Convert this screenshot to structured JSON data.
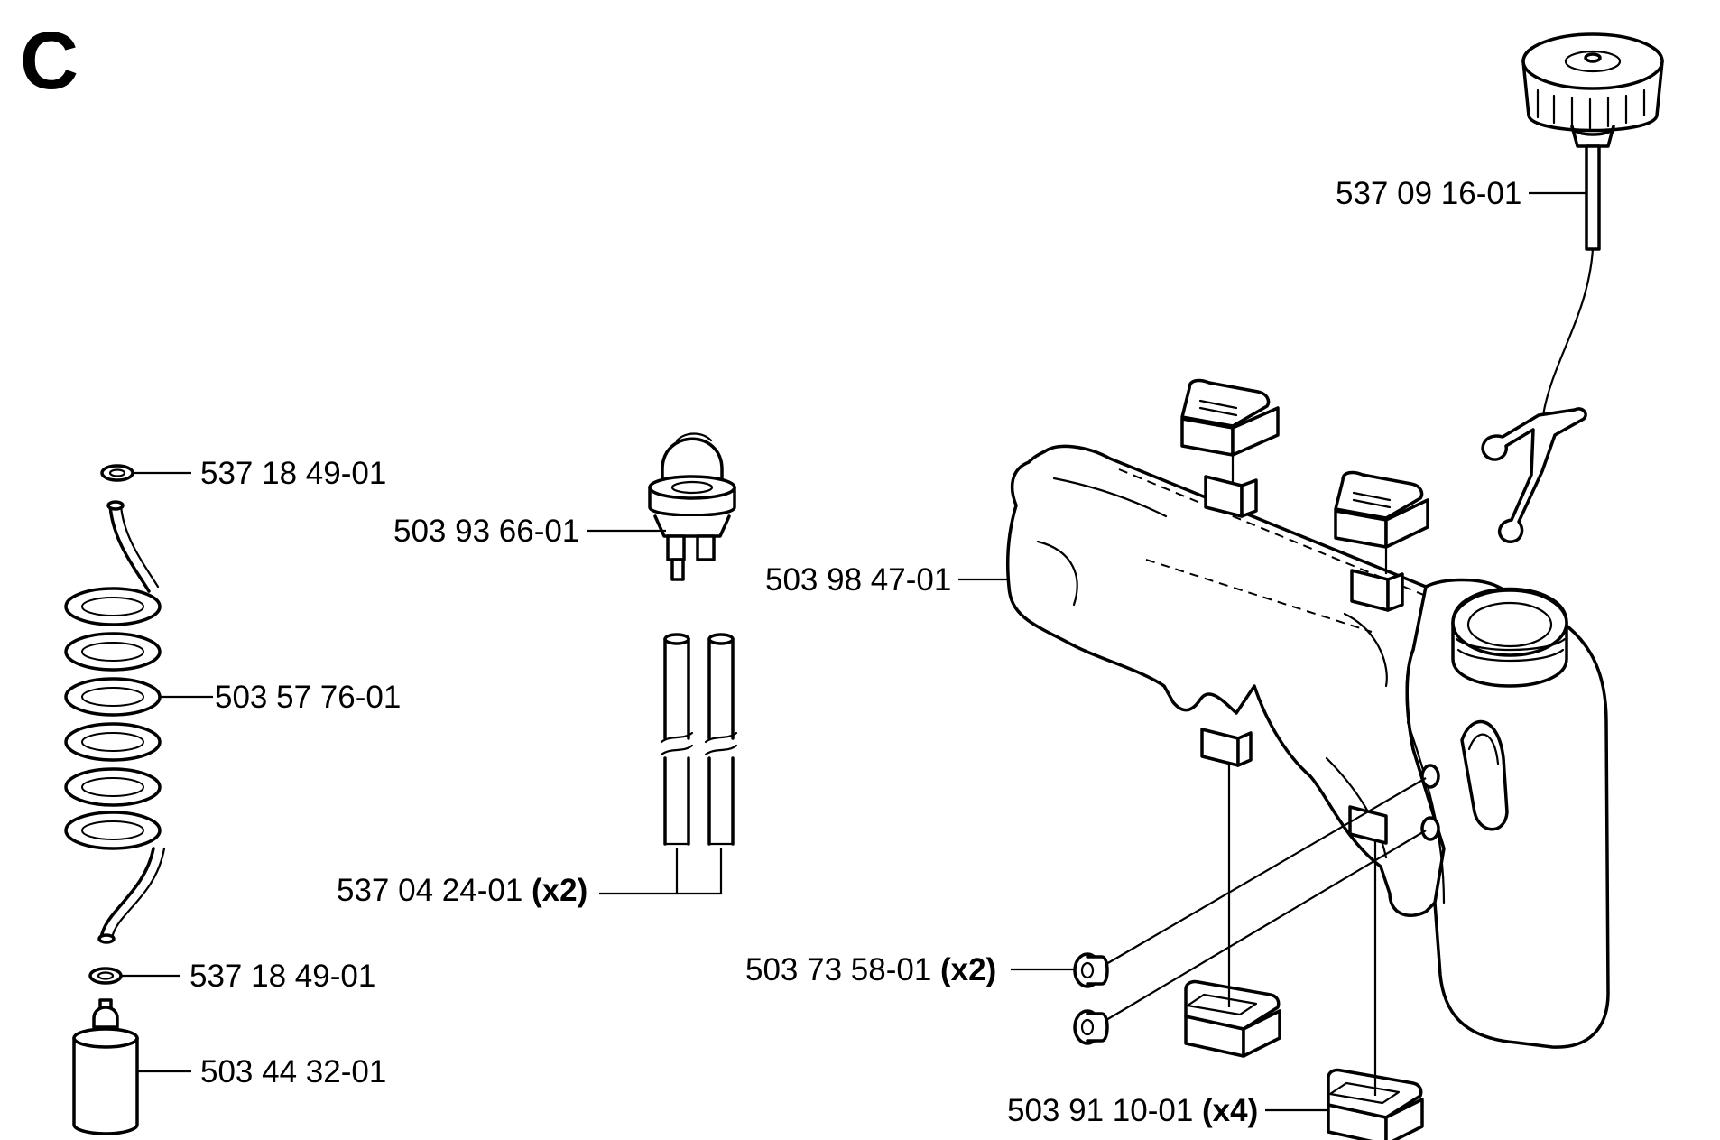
{
  "section_letter": "C",
  "labels": {
    "o_ring_top": {
      "part": "537 18 49-01",
      "qty": ""
    },
    "primer_bulb": {
      "part": "503 93 66-01",
      "qty": ""
    },
    "fuel_tank": {
      "part": "503 98 47-01",
      "qty": ""
    },
    "fuel_cap": {
      "part": "537 09 16-01",
      "qty": ""
    },
    "fuel_hose_coil": {
      "part": "503 57 76-01",
      "qty": ""
    },
    "fuel_tubes": {
      "part": "537 04 24-01",
      "qty": "(x2)"
    },
    "o_ring_bottom": {
      "part": "537 18 49-01",
      "qty": ""
    },
    "fuel_filter": {
      "part": "503 44 32-01",
      "qty": ""
    },
    "grommets": {
      "part": "503 73 58-01",
      "qty": "(x2)"
    },
    "rubber_mounts": {
      "part": "503 91 10-01",
      "qty": "(x4)"
    }
  }
}
